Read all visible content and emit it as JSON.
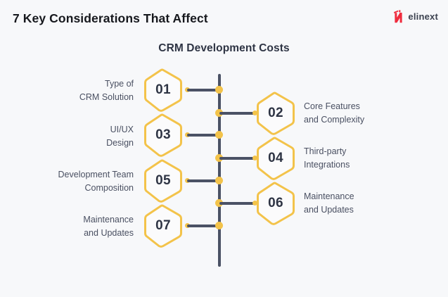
{
  "header": {
    "title": "7 Key Considerations That Affect",
    "brand_name": "elinext",
    "brand_mark_icon": "elinext-n-logo-icon",
    "brand_color": "#ef2b3d"
  },
  "subtitle": "CRM Development Costs",
  "theme": {
    "background": "#f7f8fa",
    "accent_yellow": "#f3c34a",
    "line_navy": "#4b5265",
    "text_dark": "#2e3444",
    "text_body": "#4a5062"
  },
  "diagram": {
    "type": "alternating-timeline",
    "spine_orientation": "vertical",
    "total_items": 7,
    "items": [
      {
        "number": "01",
        "label": "Type of\nCRM Solution",
        "side": "left"
      },
      {
        "number": "02",
        "label": "Core Features\nand Complexity",
        "side": "right"
      },
      {
        "number": "03",
        "label": "UI/UX\nDesign",
        "side": "left"
      },
      {
        "number": "04",
        "label": "Third-party\nIntegrations",
        "side": "right"
      },
      {
        "number": "05",
        "label": "Development Team\nComposition",
        "side": "left"
      },
      {
        "number": "06",
        "label": "Maintenance\nand Updates",
        "side": "right"
      },
      {
        "number": "07",
        "label": "Maintenance\nand Updates",
        "side": "left"
      }
    ]
  }
}
